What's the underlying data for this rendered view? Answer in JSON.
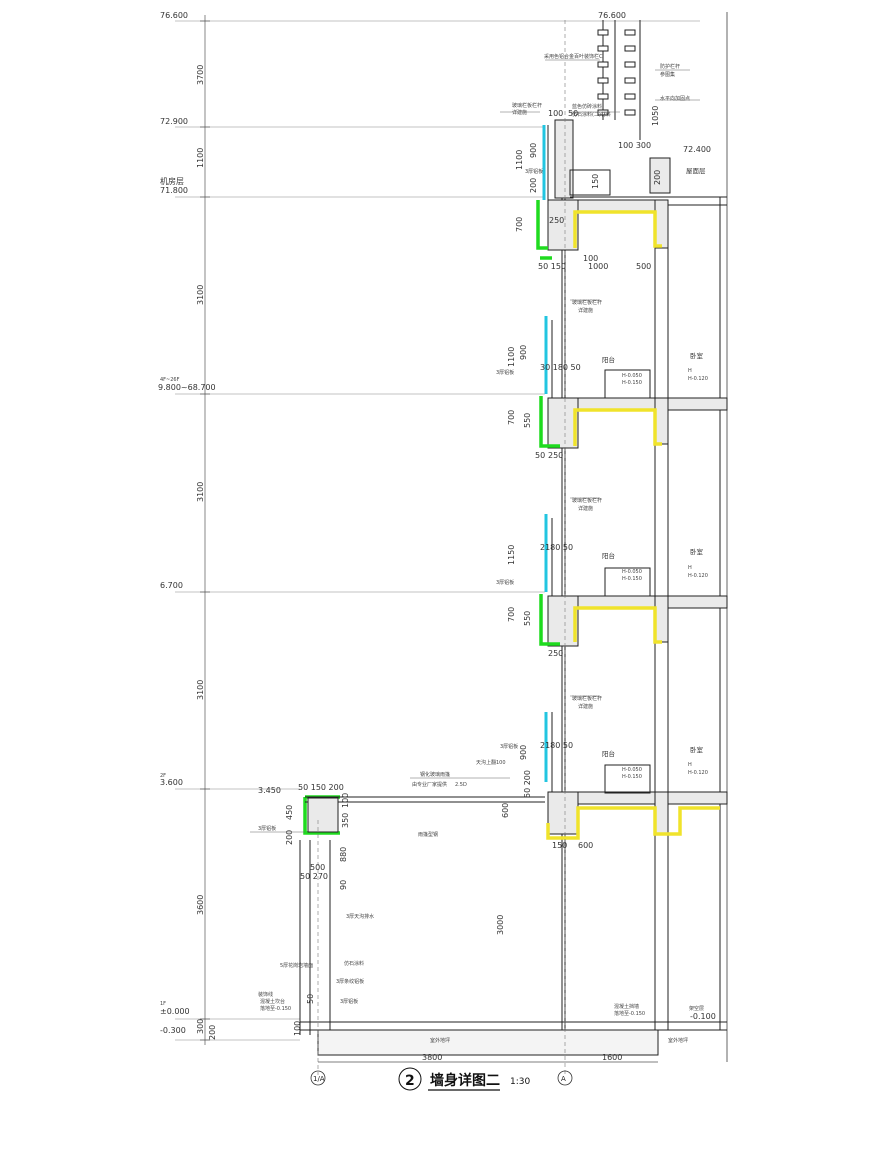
{
  "title": "墙身详图二",
  "title_number": "2",
  "scale": "1:30",
  "axis_labels": {
    "left": "1/A",
    "right": "A"
  },
  "levels": {
    "top": "76.600",
    "top_right": "76.600",
    "roof_level": "72.900",
    "roof_small": "72.400",
    "machine_room": "机房层",
    "machine_room_val": "71.800",
    "floor_a_tag": "4F~26F",
    "floor_a": "9.800~68.700",
    "floor_b": "6.700",
    "floor_c_tag": "2F",
    "floor_c": "3.600",
    "ground_tag": "1F",
    "ground": "±0.000",
    "minus": "-0.300",
    "canopy": "3.450",
    "roof_level_label": "屋面层",
    "ground_right": "-0.100",
    "ground_room": "架空层"
  },
  "left_dims": [
    "3700",
    "1100",
    "3100",
    "3100",
    "3100",
    "3600",
    "300",
    "200"
  ],
  "dims": {
    "top_100": "100",
    "top_50": "50",
    "top_1050": "1050",
    "top_100_300": "100 300",
    "top_900": "900",
    "top_1100": "1100",
    "top_200": "200",
    "top_700": "700",
    "top_250": "250",
    "top_150": "150",
    "top_200b": "200",
    "top_50b": "50",
    "top_50_150": "50 150",
    "top_1000": "1000",
    "top_500": "500",
    "top_100b": "100",
    "f1_900": "900",
    "f1_1100": "1100",
    "f1_30180": "30 180 50",
    "f1_700": "700",
    "f1_550": "550",
    "f1_50": "50",
    "f1_250": "250",
    "f2_1150": "1150",
    "f2_180": "2180 50",
    "f2_700": "700",
    "f2_550": "550",
    "f2_250": "250",
    "f3_900": "900",
    "f3_180": "2180 50",
    "f3_50200": "50 200",
    "f3_600": "600",
    "f3_150_600a": "150",
    "f3_600b": "600",
    "canopy_top": "50 150 200",
    "canopy_450": "450",
    "canopy_200": "200",
    "canopy_350": "350",
    "canopy_100": "100",
    "canopy_600": "600",
    "col_500": "500",
    "col_50_270": "50 270",
    "col_880": "880",
    "col_3000": "3000",
    "col_50": "50",
    "col_90": "90",
    "col_100": "100",
    "bottom_3800": "3800",
    "bottom_1600": "1600"
  },
  "notes": {
    "n1": "采用色铝合金百叶装饰栏C",
    "n2": "防护栏杆",
    "n3": "参图集",
    "n4": "玻璃栏板栏杆",
    "n5": "详建施",
    "n6": "3厚铝板",
    "n7": "蓝色仿砖涂料",
    "n8": "仿石涂料(二)材料",
    "n9": "水平向加固点",
    "n10": "3厚铝板",
    "n11": "天沟上翻100",
    "n12": "钢化玻璃雨篷",
    "n13": "由专业厂家提供",
    "n14": "2.5D",
    "n15": "雨篷型钢",
    "n16": "3厚铝板",
    "n17": "3厚天沟排水",
    "n18": "仿石涂料",
    "n19": "5厚花岗岩墙面",
    "n20": "3厚条纹铝板",
    "n21": "3厚铝板",
    "n22": "装饰线",
    "n23": "混凝土坎台",
    "n24": "落地至-0.150",
    "n25": "混凝土挡墙",
    "n26": "落地至-0.150",
    "n27": "室外地坪",
    "n28": "室外地坪"
  },
  "rooms": {
    "balcony": "阳台",
    "bedroom": "卧室",
    "bal_h1": "H-0.050",
    "bal_h2": "H-0.150",
    "bed_h": "H",
    "bed_h2": "H-0.120"
  }
}
